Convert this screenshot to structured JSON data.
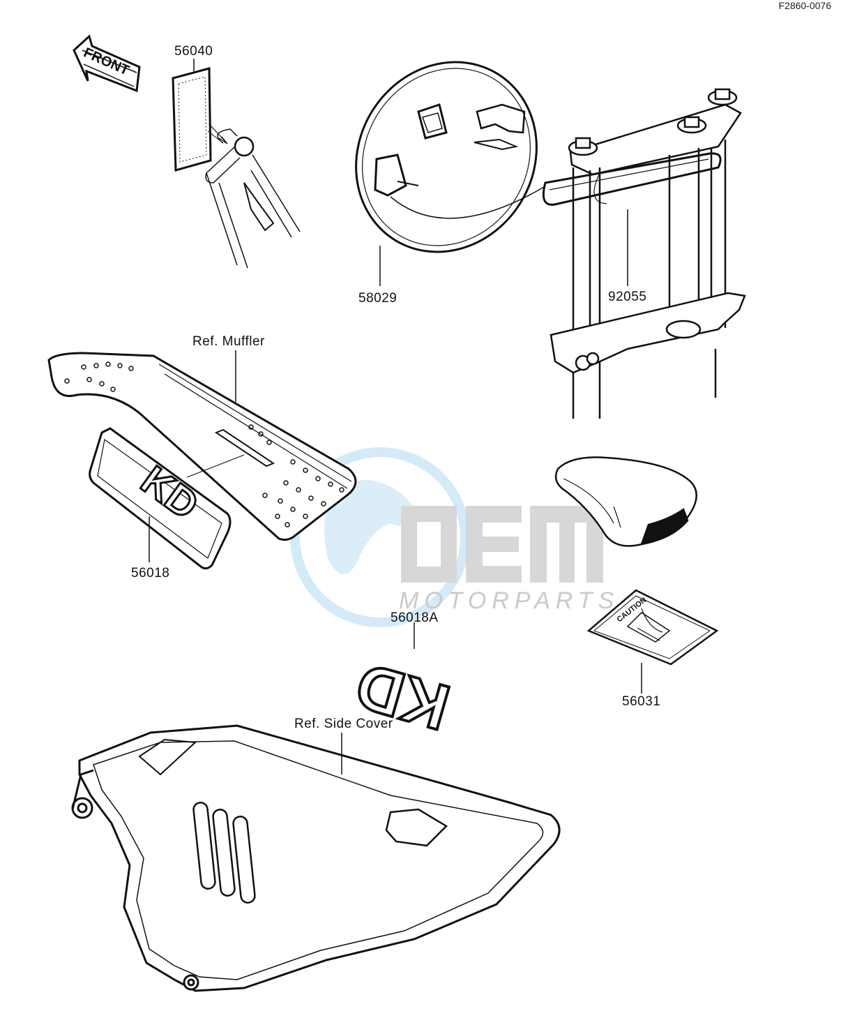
{
  "document_id": "F2860-0076",
  "watermark": {
    "brand": "OEM",
    "tagline": "MOTORPARTS"
  },
  "front_arrow_label": "FRONT",
  "parts": {
    "p56040": {
      "number": "56040"
    },
    "p58029": {
      "number": "58029"
    },
    "p92055": {
      "number": "92055"
    },
    "p56018": {
      "number": "56018",
      "decal_text": "KD"
    },
    "p56018A": {
      "number": "56018A",
      "decal_text": "KD"
    },
    "p56031": {
      "number": "56031",
      "decal_text": "CAUTION"
    }
  },
  "references": {
    "muffler": "Ref.  Muffler",
    "side_cover": "Ref.  Side Cover"
  },
  "colors": {
    "line": "#111111",
    "watermark_blue": "#cfe8f7",
    "watermark_grey": "#d3d3d3"
  }
}
